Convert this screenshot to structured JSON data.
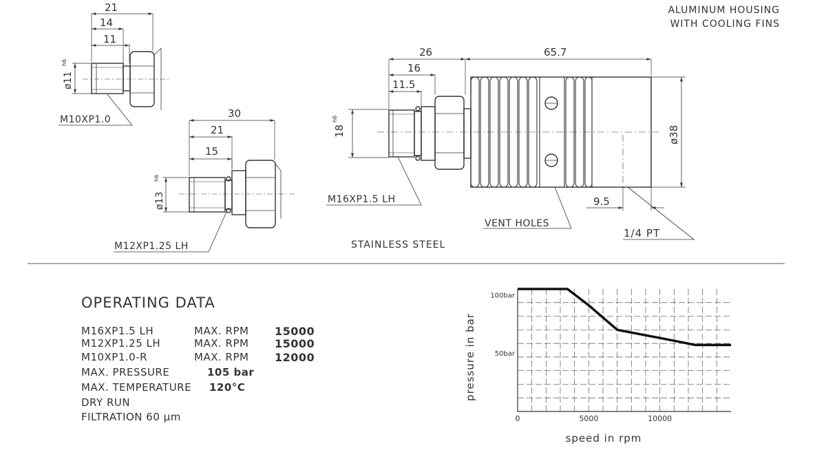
{
  "housing_note": [
    "ALUMINUM HOUSING",
    "WITH COOLING FINS"
  ],
  "stainless_label": "STAINLESS STEEL",
  "dims": {
    "small1": {
      "d21": "21",
      "d14": "14",
      "d11": "11",
      "dia": "ø11",
      "fit": "h6",
      "thread": "M10XP1.0"
    },
    "small2": {
      "d30": "30",
      "d21": "21",
      "d15": "15",
      "dia": "ø13",
      "fit": "h6",
      "thread": "M12XP1.25 LH"
    },
    "main": {
      "d26": "26",
      "d16": "16",
      "d115": "11.5",
      "d657": "65.7",
      "d18": "18",
      "fit": "h6",
      "dia38": "ø38",
      "d95": "9.5",
      "thread": "M16XP1.5 LH",
      "vent": "VENT HOLES",
      "port": "1/4 PT"
    }
  },
  "operating": {
    "title": "OPERATING DATA",
    "rows": [
      {
        "name": "M16XP1.5 LH",
        "param": "MAX. RPM",
        "value": "15000"
      },
      {
        "name": "M12XP1.25 LH",
        "param": "MAX. RPM",
        "value": "15000"
      },
      {
        "name": "M10XP1.0-R",
        "param": "MAX. RPM",
        "value": "12000"
      }
    ],
    "pressure_label": "MAX. PRESSURE",
    "pressure_value": "105 bar",
    "temp_label": "MAX. TEMPERATURE",
    "temp_value": "120°C",
    "dry_run": "DRY RUN",
    "filtration": "FILTRATION 60 µm"
  },
  "chart_data": {
    "type": "line",
    "xlabel": "speed in rpm",
    "ylabel": "pressure in bar",
    "xlim": [
      0,
      15000
    ],
    "ylim": [
      0,
      105
    ],
    "x_ticks": [
      "0",
      "5000",
      "10000"
    ],
    "x_tick_values": [
      0,
      5000,
      10000
    ],
    "y_ticks": [
      "50bar",
      "100bar"
    ],
    "y_tick_values": [
      50,
      100
    ],
    "grid": true,
    "series": [
      {
        "x": [
          0,
          3500,
          5000,
          7000,
          10000,
          12500,
          15000
        ],
        "y": [
          105,
          105,
          91,
          70,
          63,
          57,
          57
        ]
      }
    ]
  }
}
